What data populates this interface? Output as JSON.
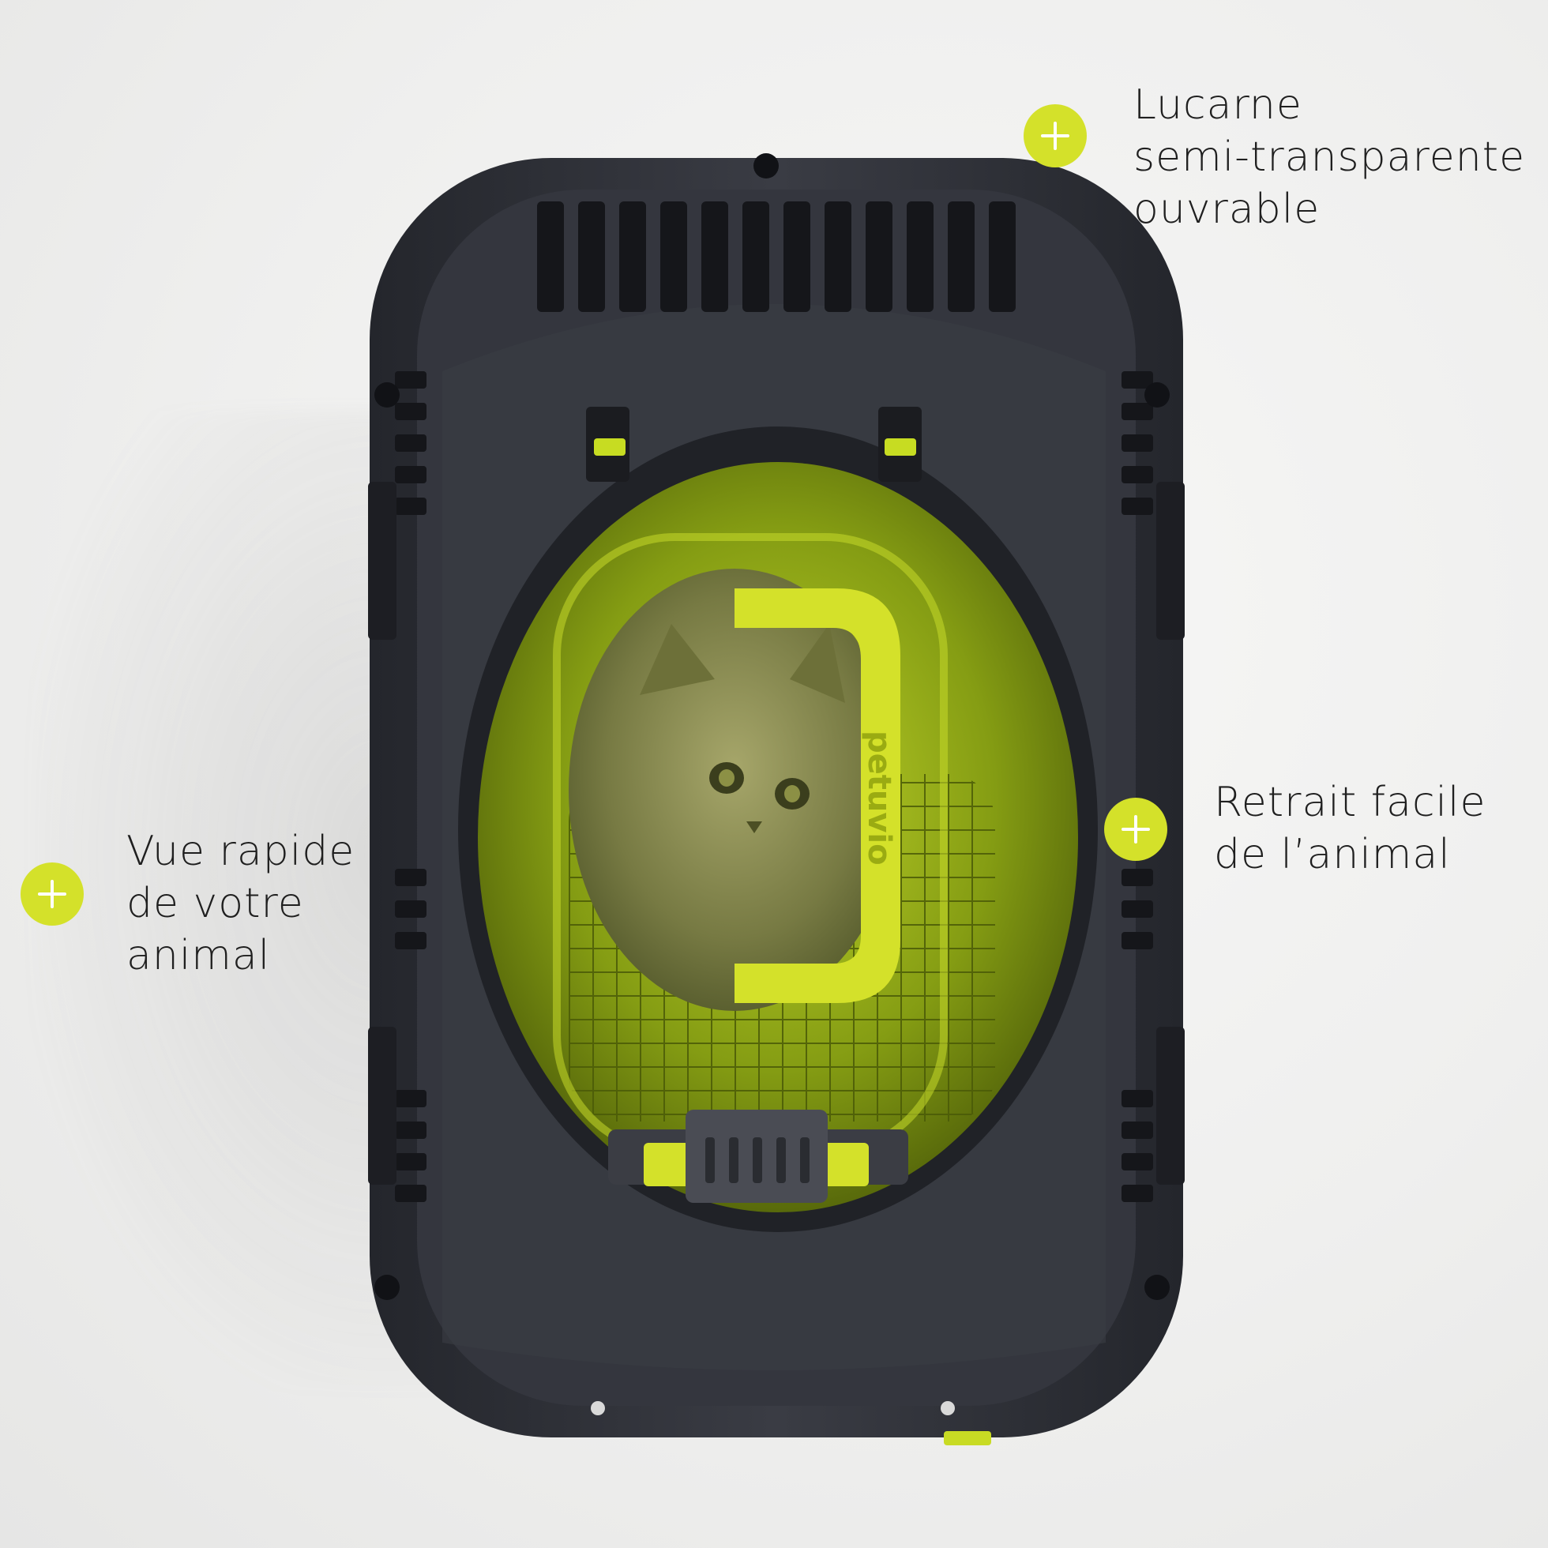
{
  "colors": {
    "accent": "#d4e12a",
    "carrier_shell": "#2d2f36",
    "carrier_shell_dark": "#1f2127",
    "window_tint": "#b9d21c",
    "text": "#1f1f1f"
  },
  "product": {
    "brand_mark": "petuvio"
  },
  "callouts": [
    {
      "id": "skylight",
      "icon": "plus-icon",
      "lines": [
        "Lucarne",
        "semi-transparente",
        "ouvrable"
      ]
    },
    {
      "id": "removal",
      "icon": "plus-icon",
      "lines": [
        "Retrait facile",
        "de l’animal"
      ]
    },
    {
      "id": "view",
      "icon": "plus-icon",
      "lines": [
        "Vue rapide",
        "de votre",
        "animal"
      ]
    }
  ]
}
